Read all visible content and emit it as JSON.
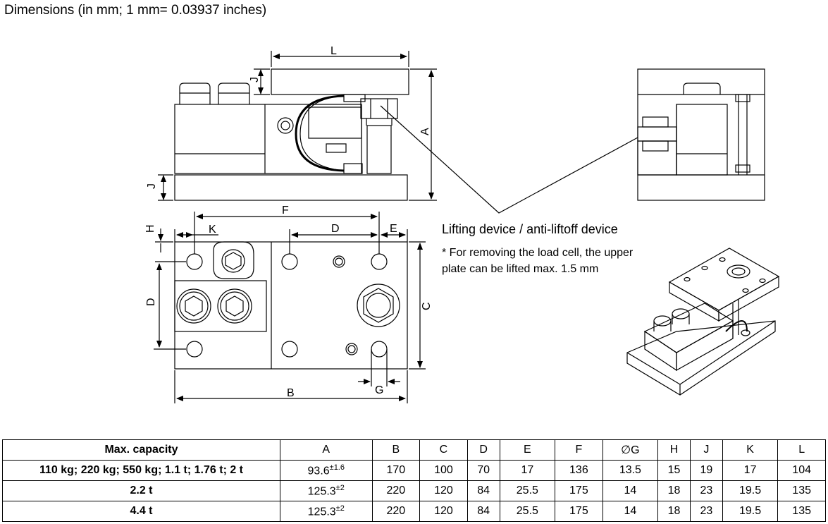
{
  "title": "Dimensions (in mm; 1 mm= 0.03937 inches)",
  "labels": {
    "L": "L",
    "J": "J",
    "A": "A",
    "F": "F",
    "H": "H",
    "K": "K",
    "D": "D",
    "E": "E",
    "C": "C",
    "B": "B",
    "G": "G"
  },
  "notes": {
    "lifting": "Lifting device / anti-liftoff device",
    "removal_line1": "* For removing the load cell, the upper",
    "removal_line2": "plate can be lifted max. 1.5 mm"
  },
  "table": {
    "header": [
      "Max. capacity",
      "A",
      "B",
      "C",
      "D",
      "E",
      "F",
      "∅G",
      "H",
      "J",
      "K",
      "L"
    ],
    "rows": [
      {
        "capacity": "110 kg; 220 kg; 550 kg; 1.1 t; 1.76 t; 2 t",
        "A": "93.6",
        "A_tol": "±1.6",
        "B": "170",
        "C": "100",
        "D": "70",
        "E": "17",
        "F": "136",
        "G": "13.5",
        "H": "15",
        "J": "19",
        "K": "17",
        "L": "104"
      },
      {
        "capacity": "2.2 t",
        "A": "125.3",
        "A_tol": "±2",
        "B": "220",
        "C": "120",
        "D": "84",
        "E": "25.5",
        "F": "175",
        "G": "14",
        "H": "18",
        "J": "23",
        "K": "19.5",
        "L": "135"
      },
      {
        "capacity": "4.4 t",
        "A": "125.3",
        "A_tol": "±2",
        "B": "220",
        "C": "120",
        "D": "84",
        "E": "25.5",
        "F": "175",
        "G": "14",
        "H": "18",
        "J": "23",
        "K": "19.5",
        "L": "135"
      }
    ]
  }
}
